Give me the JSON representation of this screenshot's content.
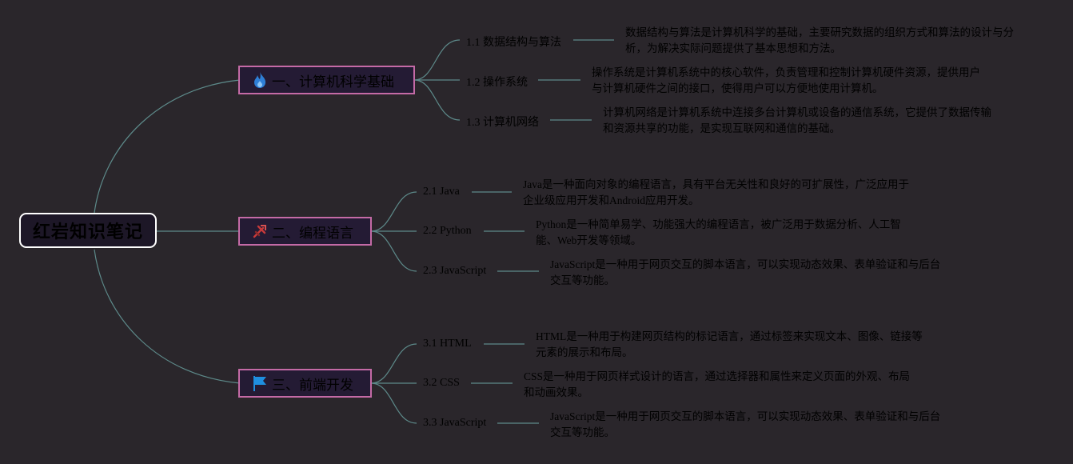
{
  "root": {
    "label": "红岩知识笔记"
  },
  "branches": [
    {
      "label": "一、计算机科学基础",
      "icon": "fire-icon",
      "topics": [
        {
          "label": "1.1 数据结构与算法",
          "desc": "数据结构与算法是计算机科学的基础，主要研究数据的组织方式和算法的设计与分析，为解决实际问题提供了基本思想和方法。"
        },
        {
          "label": "1.2 操作系统",
          "desc": "操作系统是计算机系统中的核心软件，负责管理和控制计算机硬件资源，提供用户与计算机硬件之间的接口，使得用户可以方便地使用计算机。"
        },
        {
          "label": "1.3 计算机网络",
          "desc": "计算机网络是计算机系统中连接多台计算机或设备的通信系统，它提供了数据传输和资源共享的功能，是实现互联网和通信的基础。"
        }
      ]
    },
    {
      "label": "二、编程语言",
      "icon": "hammer-pick-icon",
      "topics": [
        {
          "label": "2.1 Java",
          "desc": "Java是一种面向对象的编程语言，具有平台无关性和良好的可扩展性，广泛应用于企业级应用开发和Android应用开发。"
        },
        {
          "label": "2.2 Python",
          "desc": "Python是一种简单易学、功能强大的编程语言，被广泛用于数据分析、人工智能、Web开发等领域。"
        },
        {
          "label": "2.3 JavaScript",
          "desc": "JavaScript是一种用于网页交互的脚本语言，可以实现动态效果、表单验证和与后台交互等功能。"
        }
      ]
    },
    {
      "label": "三、前端开发",
      "icon": "flag-icon",
      "topics": [
        {
          "label": "3.1 HTML",
          "desc": "HTML是一种用于构建网页结构的标记语言，通过标签来实现文本、图像、链接等元素的展示和布局。"
        },
        {
          "label": "3.2 CSS",
          "desc": "CSS是一种用于网页样式设计的语言，通过选择器和属性来定义页面的外观、布局和动画效果。"
        },
        {
          "label": "3.3 JavaScript",
          "desc": "JavaScript是一种用于网页交互的脚本语言，可以实现动态效果、表单验证和与后台交互等功能。"
        }
      ]
    }
  ],
  "colors": {
    "background": "#2a262b",
    "connector": "#5d8a8a",
    "branch_border": "#c46aa6",
    "root_border": "#ffffff"
  }
}
